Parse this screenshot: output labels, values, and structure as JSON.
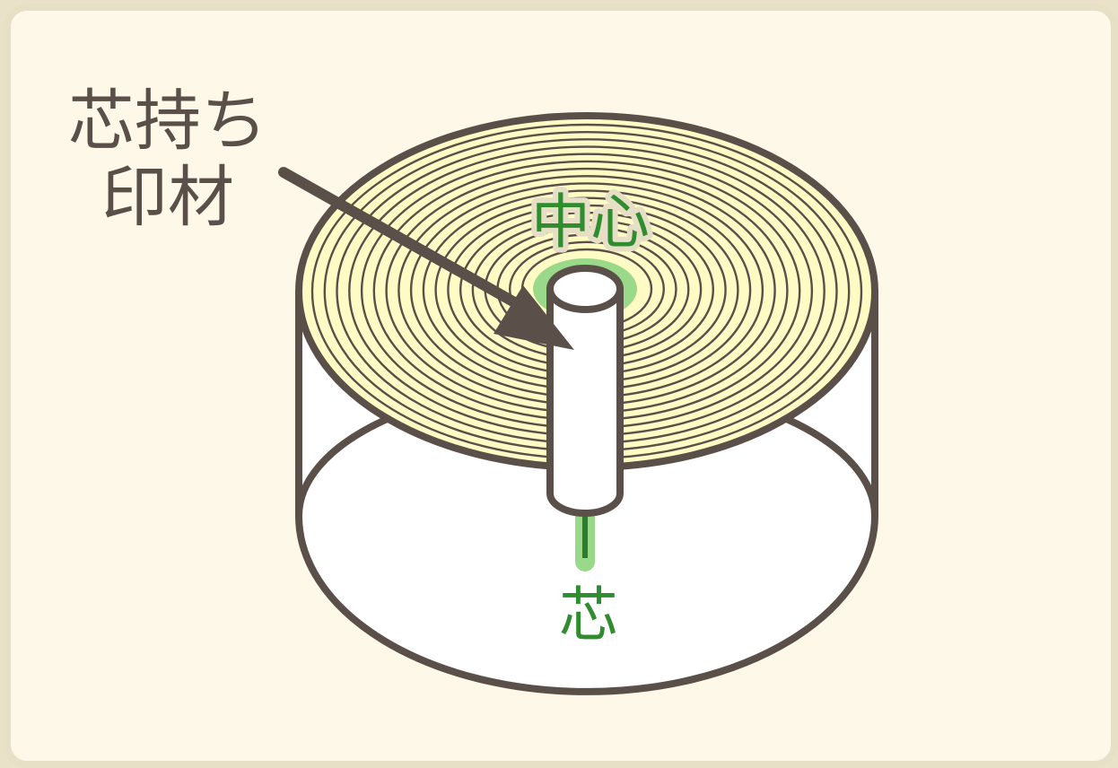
{
  "labels": {
    "core_paper_line1": "芯持ち",
    "core_paper_line2": "印材",
    "center": "中心",
    "core": "芯"
  },
  "colors": {
    "background": "#fdf8e7",
    "frame": "#e8e0c6",
    "outline": "#5b4f49",
    "roll_top": "#fefcc4",
    "roll_side": "#ffffff",
    "core_green": "#2f8c2f",
    "highlight_green": "#9bd98a"
  }
}
